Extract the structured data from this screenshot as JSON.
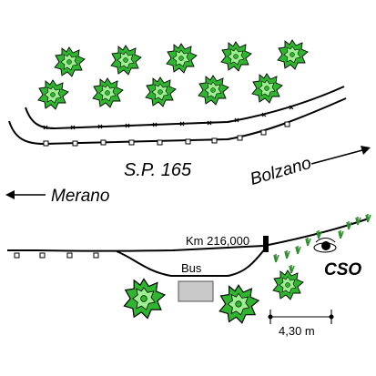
{
  "map": {
    "road_name": "S.P. 165",
    "directions": {
      "east": "Bolzano",
      "west": "Merano"
    },
    "kilometer_marker": "Km 216,000",
    "bus_stop_label": "Bus",
    "site_label": "CSO",
    "distance_label": "4,30 m"
  },
  "colors": {
    "tree_fill": "#2fb52f",
    "tree_light": "#9df08f",
    "line": "#000000",
    "bus_shelter": "#c8c8c8",
    "grass": "#2f8f2f"
  },
  "icons": [
    "tree-icon",
    "bus-shelter-icon",
    "milestone-icon",
    "sensor-station-icon",
    "grass-tuft-icon",
    "arrow-icon"
  ]
}
